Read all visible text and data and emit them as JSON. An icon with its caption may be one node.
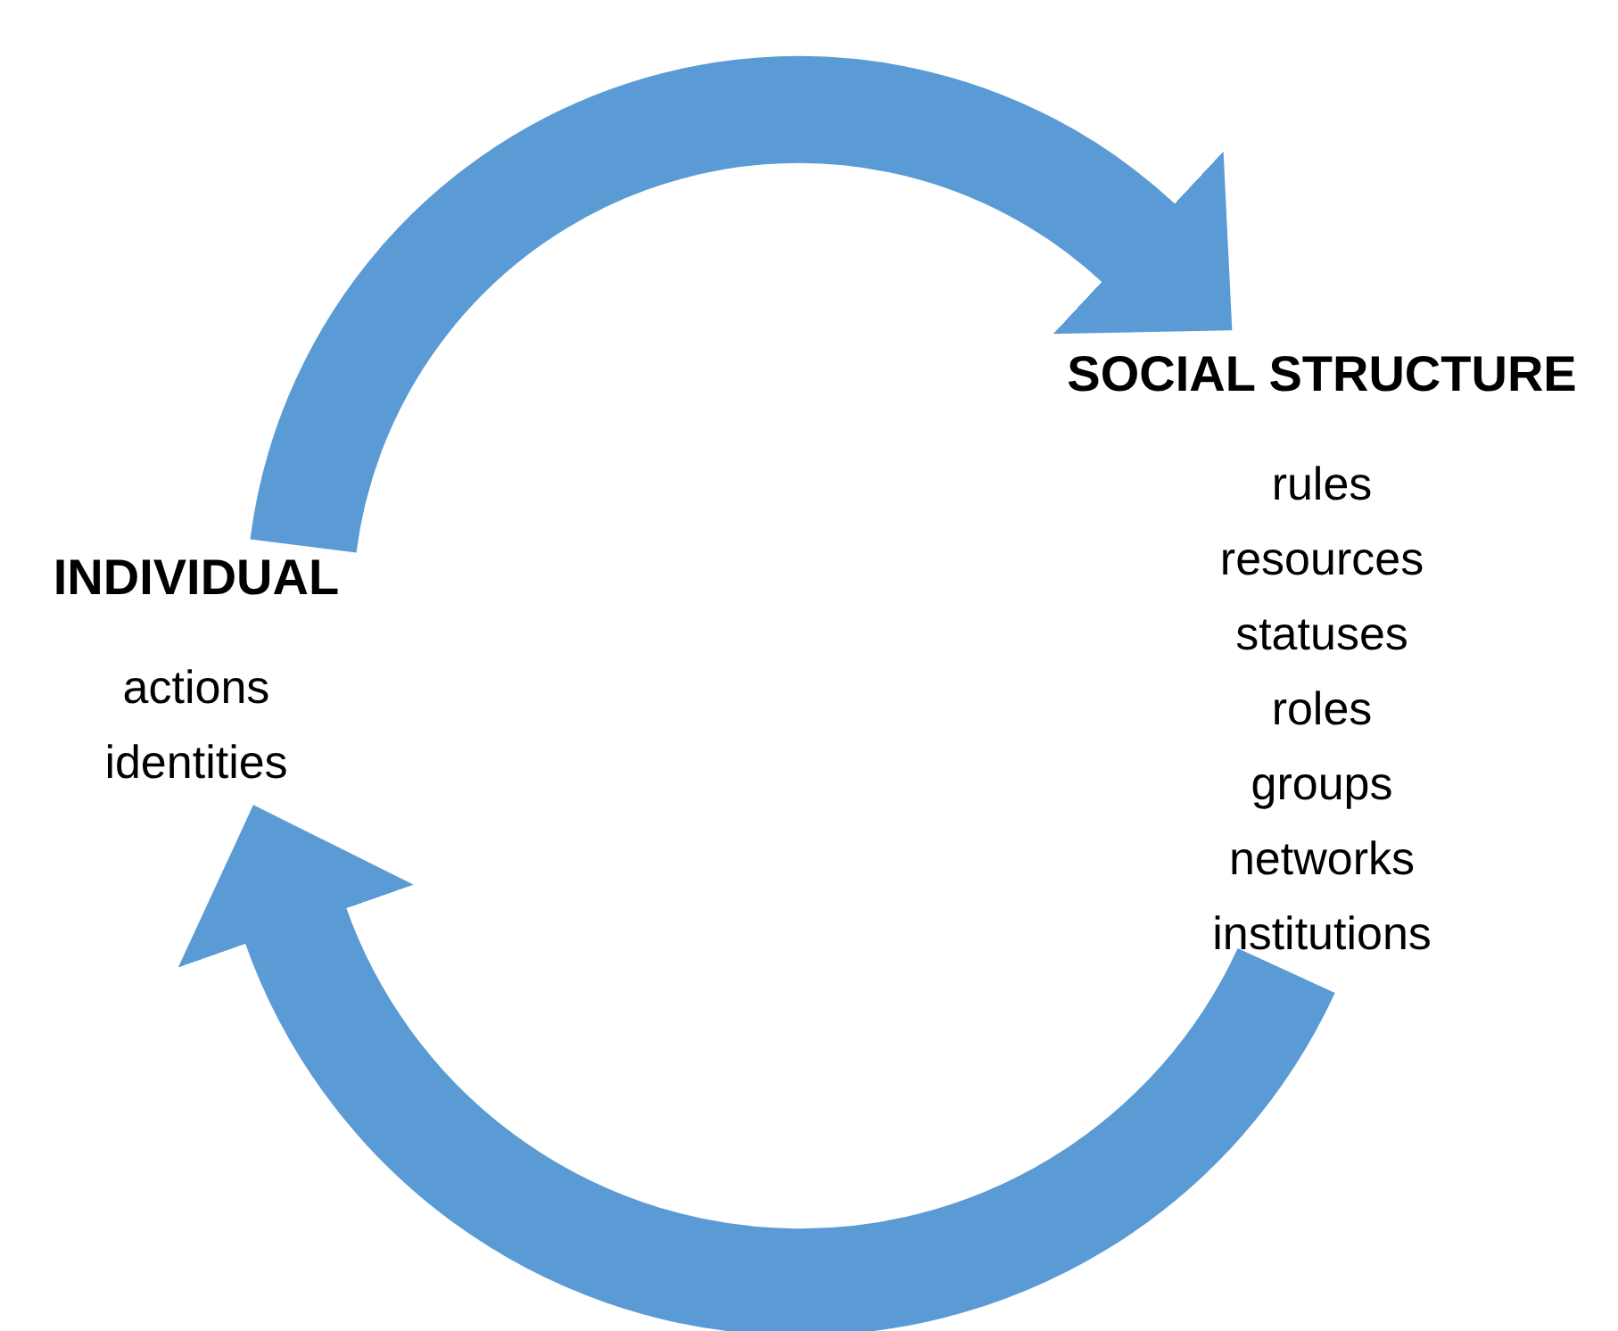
{
  "diagram": {
    "nodes": [
      {
        "text": [
          "INDIVIDUAL",
          "actions",
          "identities"
        ]
      },
      {
        "text": [
          "SOCIAL STRUCTURE",
          "rules",
          "resources",
          "statuses",
          "roles",
          "groups",
          "networks",
          "institutions"
        ]
      }
    ],
    "edges": [
      {
        "from": 0,
        "to": 1,
        "arrow": "to"
      },
      {
        "from": 1,
        "to": 0,
        "arrow": "to"
      }
    ]
  }
}
